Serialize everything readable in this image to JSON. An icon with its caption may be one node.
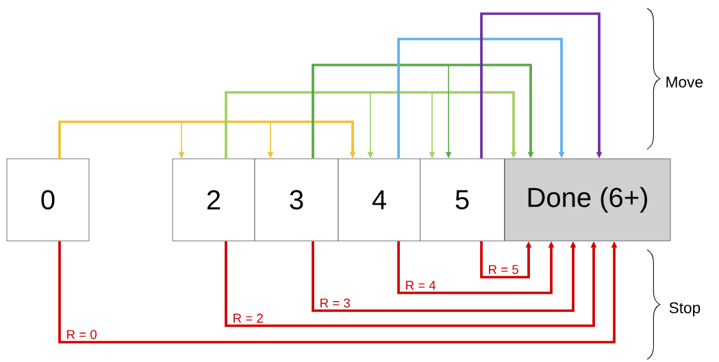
{
  "diagram": {
    "nodes": [
      {
        "text": [
          "0"
        ]
      },
      {
        "text": [
          "2"
        ]
      },
      {
        "text": [
          "3"
        ]
      },
      {
        "text": [
          "4"
        ]
      },
      {
        "text": [
          "5"
        ]
      },
      {
        "text": [
          "Done (6+)"
        ]
      }
    ],
    "edges": [
      {
        "from": 0,
        "to": 1,
        "arrow": "to",
        "color": "#f2c12e"
      },
      {
        "from": 0,
        "to": 2,
        "arrow": "to",
        "color": "#f2c12e"
      },
      {
        "from": 0,
        "to": 3,
        "arrow": "to",
        "color": "#f2c12e"
      },
      {
        "from": 1,
        "to": 3,
        "arrow": "to",
        "color": "#9fd160"
      },
      {
        "from": 1,
        "to": 4,
        "arrow": "to",
        "color": "#9fd160"
      },
      {
        "from": 1,
        "to": 5,
        "arrow": "to",
        "color": "#9fd160"
      },
      {
        "from": 2,
        "to": 4,
        "arrow": "to",
        "color": "#5aa847"
      },
      {
        "from": 2,
        "to": 5,
        "arrow": "to",
        "color": "#5aa847"
      },
      {
        "from": 3,
        "to": 5,
        "arrow": "to",
        "color": "#60b0ee"
      },
      {
        "from": 4,
        "to": 5,
        "arrow": "to",
        "color": "#7030a0"
      },
      {
        "from": 0,
        "to": 5,
        "arrow": "to",
        "color": "#d00000",
        "label": "R = 0"
      },
      {
        "from": 1,
        "to": 5,
        "arrow": "to",
        "color": "#d00000",
        "label": "R = 2"
      },
      {
        "from": 2,
        "to": 5,
        "arrow": "to",
        "color": "#d00000",
        "label": "R = 3"
      },
      {
        "from": 3,
        "to": 5,
        "arrow": "to",
        "color": "#d00000",
        "label": "R = 4"
      },
      {
        "from": 4,
        "to": 5,
        "arrow": "to",
        "color": "#d00000",
        "label": "R = 5"
      }
    ],
    "labels": [
      "Move",
      "Stop"
    ]
  }
}
